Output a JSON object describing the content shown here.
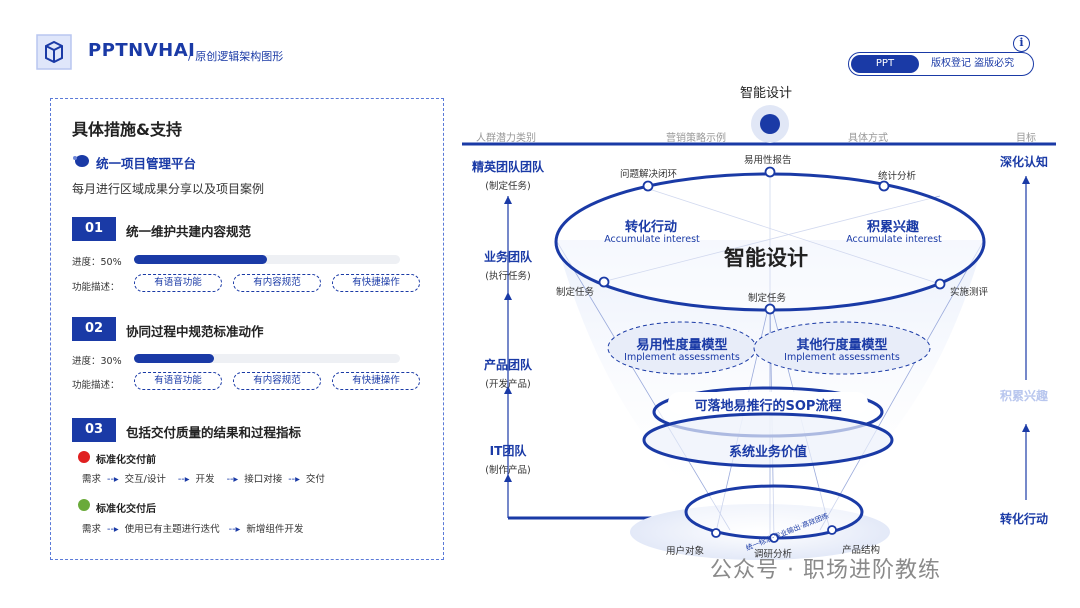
{
  "header": {
    "brand": "PPTNVHAI",
    "subtitle": "/ 原创逻辑架构图形",
    "pill_left": "PPT",
    "pill_right": "版权登记 盗版必究",
    "info": "i"
  },
  "panel": {
    "title": "具体措施&支持",
    "platform_title": "统一项目管理平台",
    "platform_desc": "每月进行区域成果分享以及项目案例",
    "progress_label": "功能描述：",
    "sections": [
      {
        "num": "01",
        "title": "统一维护共建内容规范",
        "progress_text": "进度：50%",
        "progress": 0.5,
        "tags": [
          "有语音功能",
          "有内容规范",
          "有快捷操作"
        ]
      },
      {
        "num": "02",
        "title": "协同过程中规范标准动作",
        "progress_text": "进度：30%",
        "progress": 0.3,
        "tags": [
          "有语音功能",
          "有内容规范",
          "有快捷操作"
        ]
      },
      {
        "num": "03",
        "title": "包括交付质量的结果和过程指标"
      }
    ],
    "before": {
      "label": "标准化交付前",
      "color": "#e02020",
      "steps": [
        "需求",
        "交互/设计",
        "开发",
        "接口对接",
        "交付"
      ]
    },
    "after": {
      "label": "标准化交付后",
      "color": "#6aaa3a",
      "steps": [
        "需求",
        "使用已有主题进行迭代",
        "新增组件开发"
      ]
    }
  },
  "diagram": {
    "top_title": "智能设计",
    "columns": [
      "人群潜力类别",
      "营销策略示例",
      "具体方式",
      "目标"
    ],
    "teams": [
      {
        "name": "精英团队团队",
        "sub": "(制定任务)"
      },
      {
        "name": "业务团队",
        "sub": "(执行任务)"
      },
      {
        "name": "产品团队",
        "sub": "(开发产品)"
      },
      {
        "name": "IT团队",
        "sub": "(制作产品)"
      }
    ],
    "goals": [
      "深化认知",
      "积累兴趣",
      "转化行动"
    ],
    "top_labels": [
      "易用性报告",
      "问题解决闭环",
      "统计分析"
    ],
    "ring_left_title": "转化行动",
    "ring_left_sub": "Accumulate interest",
    "ring_right_title": "积累兴趣",
    "ring_right_sub": "Accumulate interest",
    "center_text": "智能设计",
    "ring_bottom_labels": [
      "制定任务",
      "制定任务",
      "实施测评"
    ],
    "model_left_title": "易用性度量模型",
    "model_left_sub": "Implement assessments",
    "model_right_title": "其他行度量模型",
    "model_right_sub": "Implement assessments",
    "sop": "可落地易推行的SOP流程",
    "value": "系统业务价值",
    "base_arc": "统一标准·专业输出·高效团练",
    "base_labels": [
      "用户对象",
      "调研分析",
      "产品结构"
    ],
    "watermark": "公众号 · 职场进阶教练"
  },
  "colors": {
    "primary": "#1a3aa6",
    "light": "#dde5f7"
  }
}
